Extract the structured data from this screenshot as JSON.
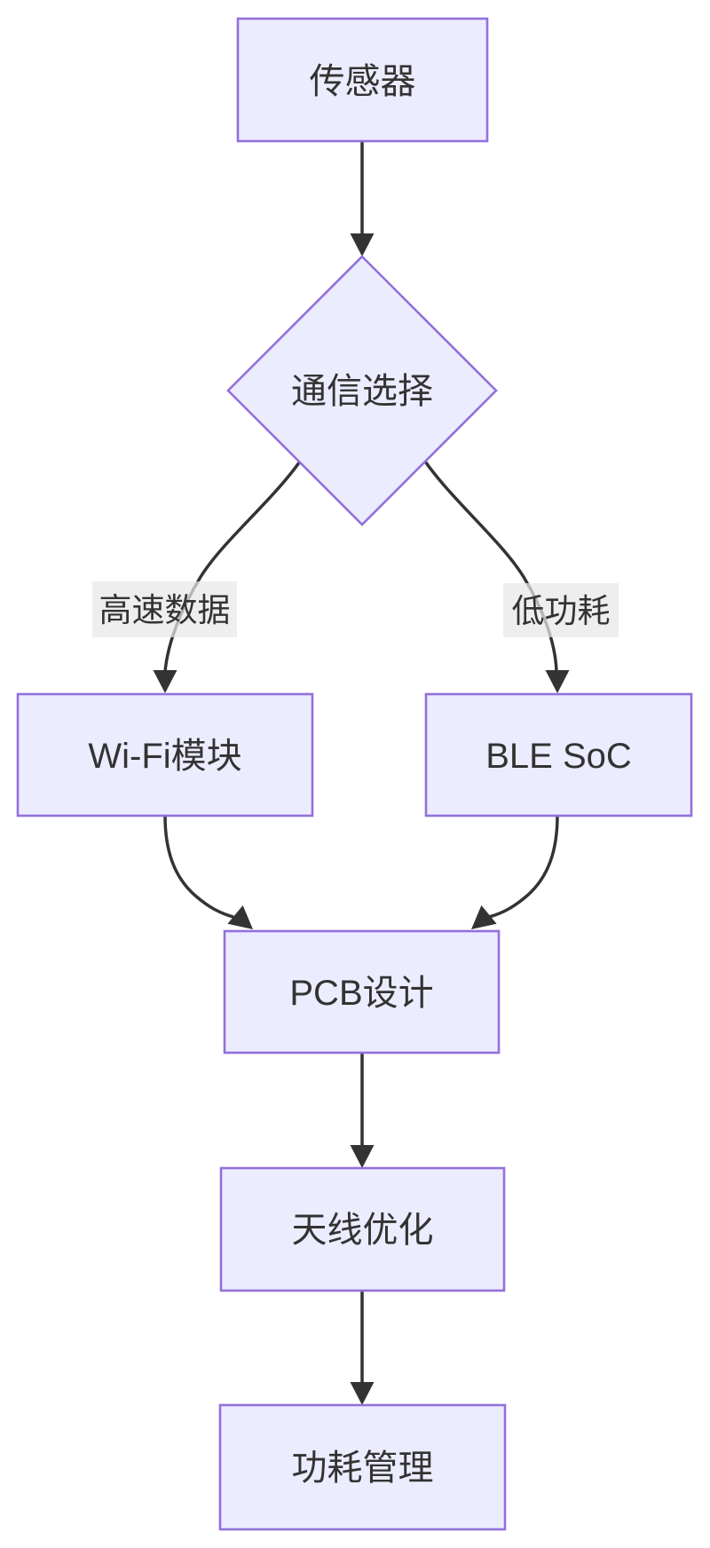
{
  "diagram": {
    "type": "flowchart",
    "direction": "top-to-bottom",
    "nodes": [
      {
        "id": "sensor",
        "label": "传感器",
        "shape": "rectangle"
      },
      {
        "id": "comm",
        "label": "通信选择",
        "shape": "diamond"
      },
      {
        "id": "wifi",
        "label": "Wi-Fi模块",
        "shape": "rectangle"
      },
      {
        "id": "ble",
        "label": "BLE SoC",
        "shape": "rectangle"
      },
      {
        "id": "pcb",
        "label": "PCB设计",
        "shape": "rectangle"
      },
      {
        "id": "antenna",
        "label": "天线优化",
        "shape": "rectangle"
      },
      {
        "id": "power",
        "label": "功耗管理",
        "shape": "rectangle"
      }
    ],
    "edges": [
      {
        "from": "sensor",
        "to": "comm",
        "label": ""
      },
      {
        "from": "comm",
        "to": "wifi",
        "label": "高速数据"
      },
      {
        "from": "comm",
        "to": "ble",
        "label": "低功耗"
      },
      {
        "from": "wifi",
        "to": "pcb",
        "label": ""
      },
      {
        "from": "ble",
        "to": "pcb",
        "label": ""
      },
      {
        "from": "pcb",
        "to": "antenna",
        "label": ""
      },
      {
        "from": "antenna",
        "to": "power",
        "label": ""
      }
    ],
    "colors": {
      "node_fill": "#ECECFF",
      "node_border": "#9370DB",
      "edge_stroke": "#333333",
      "text": "#333333",
      "edge_label_bg": "#e8e8e8",
      "background": "#ffffff"
    }
  }
}
